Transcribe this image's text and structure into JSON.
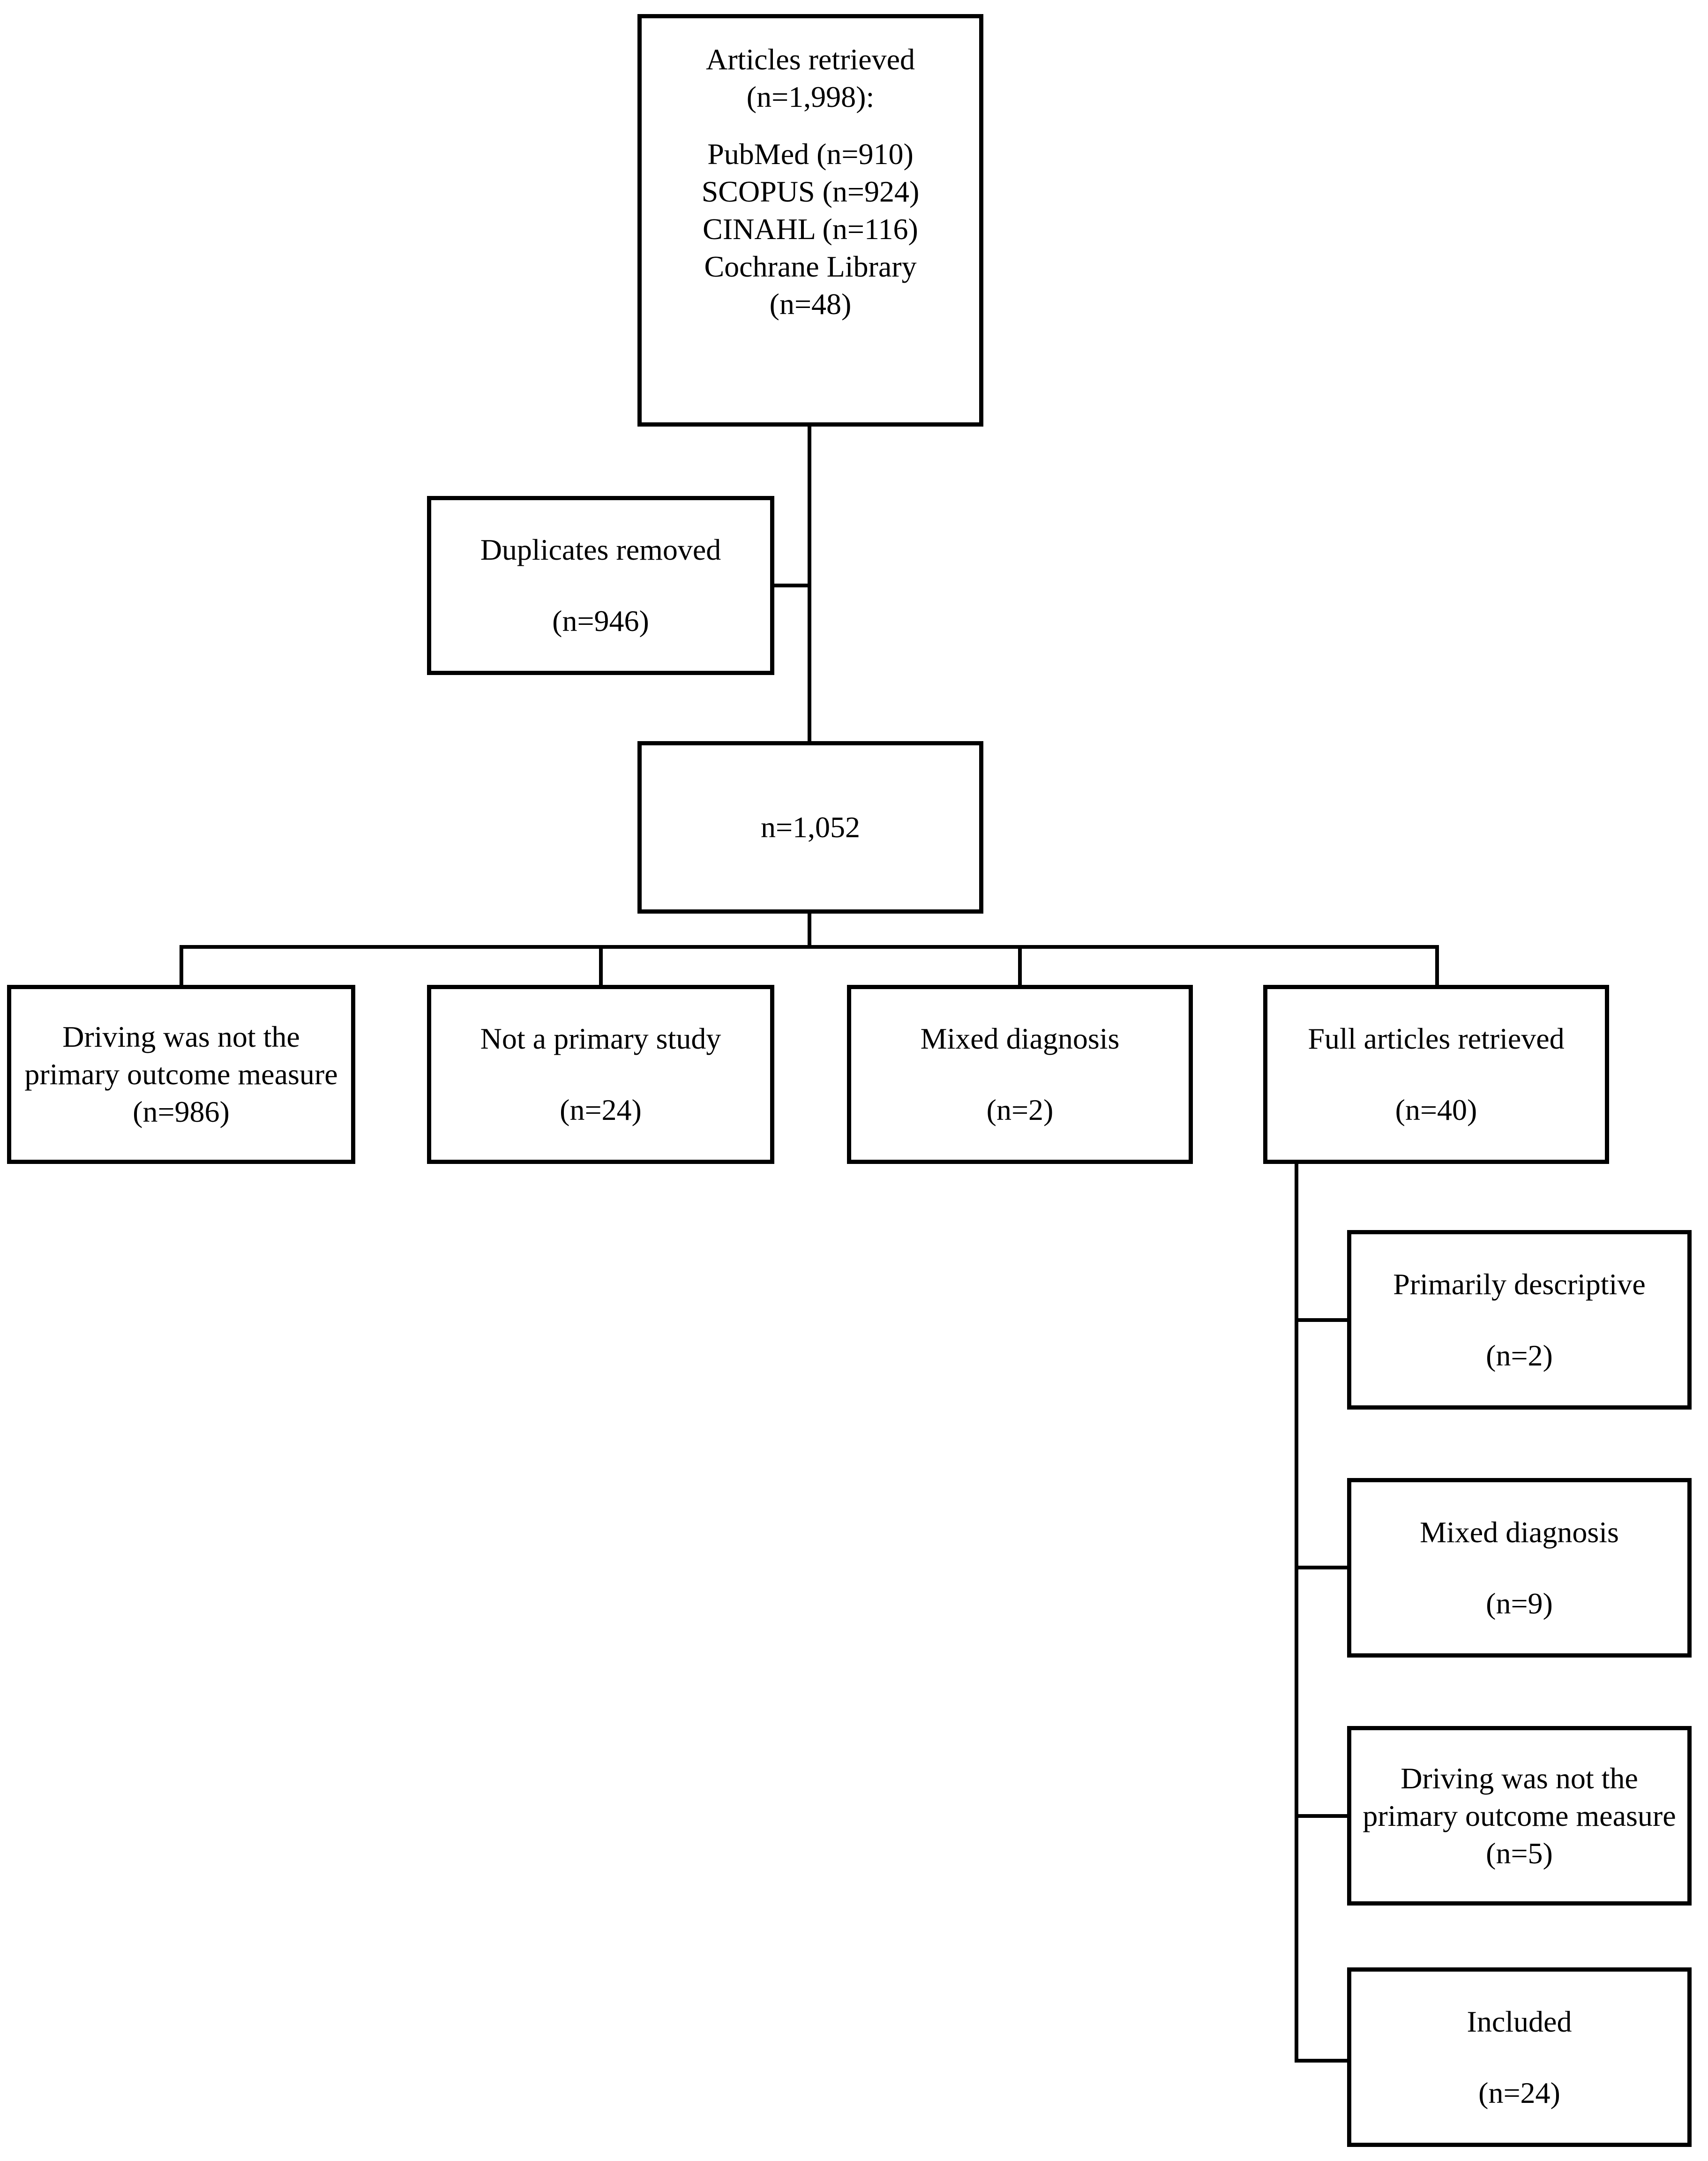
{
  "diagram": {
    "background_color": "#ffffff",
    "line_color": "#000000",
    "boxes": {
      "articles_retrieved": {
        "heading": "Articles retrieved (n=1,998):",
        "sources": {
          "pubmed": "PubMed (n=910)",
          "scopus": "SCOPUS (n=924)",
          "cinahl": "CINAHL (n=116)",
          "cochrane": "Cochrane Library (n=48)"
        }
      },
      "duplicates_removed": {
        "label": "Duplicates removed",
        "count": "(n=946)"
      },
      "after_duplicates": {
        "label": "n=1,052"
      },
      "excluded_driving_not_primary": {
        "label": "Driving was not the primary outcome measure (n=986)"
      },
      "excluded_not_primary_study": {
        "label": "Not a primary study",
        "count": "(n=24)"
      },
      "excluded_mixed_diagnosis": {
        "label": "Mixed diagnosis",
        "count": "(n=2)"
      },
      "full_articles_retrieved": {
        "label": "Full articles retrieved",
        "count": "(n=40)"
      },
      "excluded_primarily_descriptive": {
        "label": "Primarily descriptive",
        "count": "(n=2)"
      },
      "excluded_mixed_diagnosis_fulltext": {
        "label": "Mixed diagnosis",
        "count": "(n=9)"
      },
      "excluded_driving_not_primary_fulltext": {
        "label": "Driving was not the primary outcome measure (n=5)"
      },
      "included": {
        "label": "Included",
        "count": "(n=24)"
      }
    }
  }
}
